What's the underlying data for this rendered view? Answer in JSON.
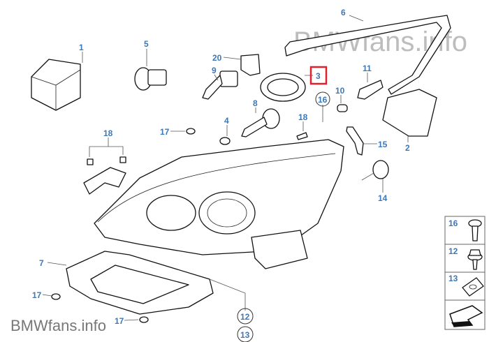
{
  "watermark_top": "BMWfans.info",
  "watermark_bottom": "BMWfans.info",
  "highlight_color": "#e0202a",
  "label_color": "#3b78b9",
  "callouts": {
    "c1": "1",
    "c5": "5",
    "c20": "20",
    "c9": "9",
    "c3": "3",
    "c6": "6",
    "c11": "11",
    "c10": "10",
    "c16": "16",
    "c8": "8",
    "c4": "4",
    "c18a": "18",
    "c17a": "17",
    "c18b": "18",
    "c15": "15",
    "c2": "2",
    "c14": "14",
    "c7": "7",
    "c17b": "17",
    "c17c": "17",
    "c12": "12",
    "c13": "13"
  },
  "legend": [
    {
      "label": "16",
      "icon": "screw-icon"
    },
    {
      "label": "12",
      "icon": "hex-screw-icon"
    },
    {
      "label": "13",
      "icon": "clip-nut-icon"
    }
  ],
  "nav_icon": "arrow-back-icon"
}
